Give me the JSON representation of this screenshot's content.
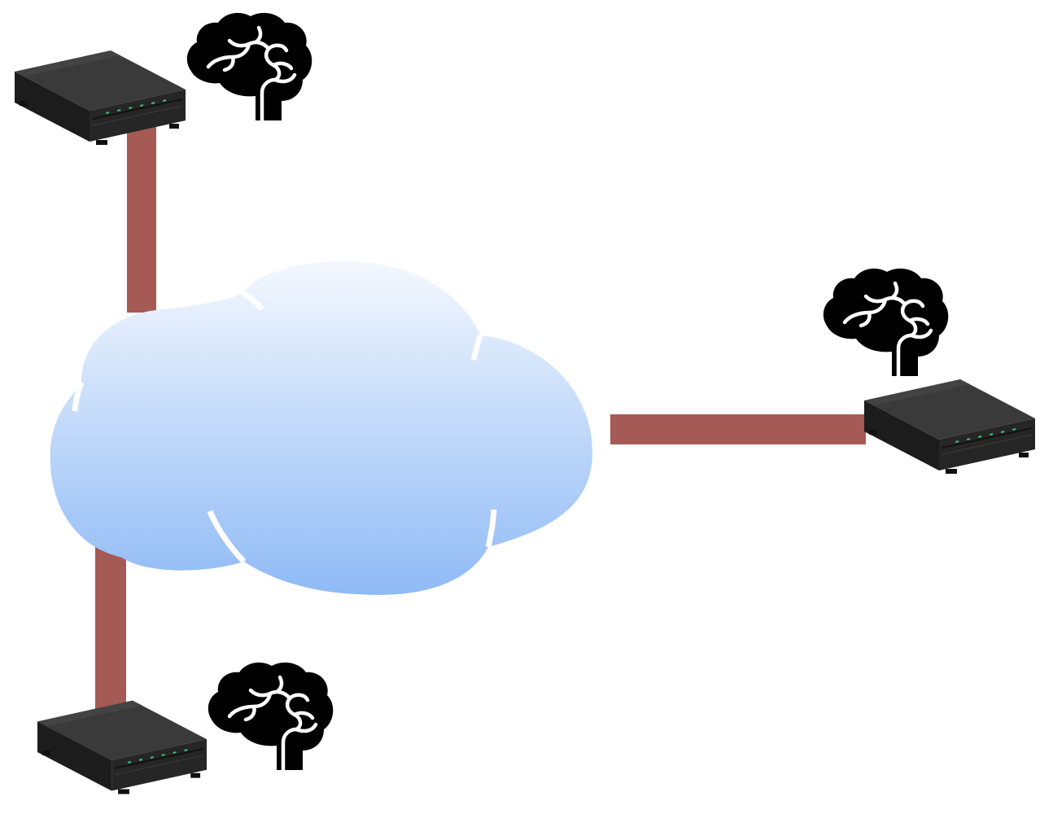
{
  "diagram": {
    "type": "network-topology",
    "colors": {
      "background": "#ffffff",
      "link": "#a55a55",
      "cloud_top": "#f4f8fe",
      "cloud_bottom": "#8fbaf5",
      "router_body": "#2b2b2b",
      "router_top": "#3a3a3a",
      "router_led": "#3fbf7a",
      "brain": "#000000"
    },
    "nodes": [
      {
        "id": "cloud",
        "kind": "cloud",
        "icon": "cloud-icon"
      },
      {
        "id": "router-top-left",
        "kind": "router",
        "icon": "router-icon",
        "badge": "brain-icon"
      },
      {
        "id": "router-right",
        "kind": "router",
        "icon": "router-icon",
        "badge": "brain-icon"
      },
      {
        "id": "router-bottom-left",
        "kind": "router",
        "icon": "router-icon",
        "badge": "brain-icon"
      }
    ],
    "links": [
      {
        "from": "router-top-left",
        "to": "cloud"
      },
      {
        "from": "cloud",
        "to": "router-right"
      },
      {
        "from": "router-bottom-left",
        "to": "cloud"
      }
    ]
  }
}
